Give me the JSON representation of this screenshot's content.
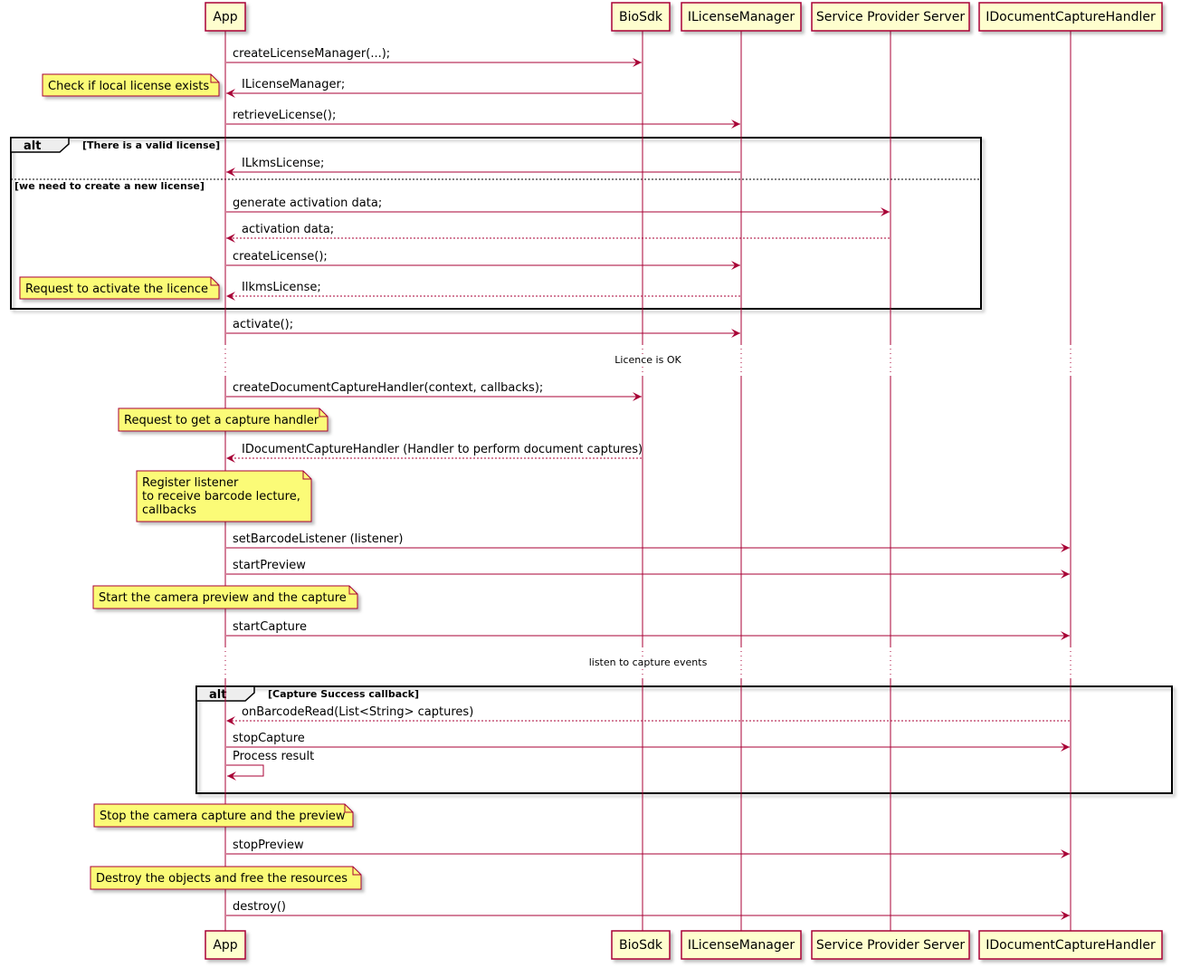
{
  "colors": {
    "participant_fill": "#FEFECE",
    "participant_border": "#A80036",
    "lifeline": "#A80036",
    "arrow": "#A80036",
    "note_fill": "#FBFB77",
    "note_border": "#A80036",
    "frame_border": "#000000",
    "frame_tab_fill": "#EEEEEE",
    "text": "#000000"
  },
  "participants": [
    {
      "id": "app",
      "label": "App"
    },
    {
      "id": "biosdk",
      "label": "BioSdk"
    },
    {
      "id": "ilm",
      "label": "ILicenseManager"
    },
    {
      "id": "sps",
      "label": "Service Provider Server"
    },
    {
      "id": "idch",
      "label": "IDocumentCaptureHandler"
    }
  ],
  "messages": [
    {
      "from": "app",
      "to": "biosdk",
      "label": "createLicenseManager(...);",
      "style": "solid"
    },
    {
      "from": "biosdk",
      "to": "app",
      "label": "ILicenseManager;",
      "style": "solid"
    },
    {
      "from": "app",
      "to": "ilm",
      "label": "retrieveLicense();",
      "style": "solid"
    },
    {
      "from": "ilm",
      "to": "app",
      "label": "ILkmsLicense;",
      "style": "solid"
    },
    {
      "from": "app",
      "to": "sps",
      "label": "generate activation data;",
      "style": "solid"
    },
    {
      "from": "sps",
      "to": "app",
      "label": "activation data;",
      "style": "dashed"
    },
    {
      "from": "app",
      "to": "ilm",
      "label": "createLicense();",
      "style": "solid"
    },
    {
      "from": "ilm",
      "to": "app",
      "label": "IlkmsLicense;",
      "style": "dashed"
    },
    {
      "from": "app",
      "to": "ilm",
      "label": "activate();",
      "style": "solid"
    },
    {
      "from": "app",
      "to": "biosdk",
      "label": "createDocumentCaptureHandler(context, callbacks);",
      "style": "solid"
    },
    {
      "from": "biosdk",
      "to": "app",
      "label": "IDocumentCaptureHandler (Handler to perform document captures)",
      "style": "dashed"
    },
    {
      "from": "app",
      "to": "idch",
      "label": "setBarcodeListener (listener)",
      "style": "solid"
    },
    {
      "from": "app",
      "to": "idch",
      "label": "startPreview",
      "style": "solid"
    },
    {
      "from": "app",
      "to": "idch",
      "label": "startCapture",
      "style": "solid"
    },
    {
      "from": "idch",
      "to": "app",
      "label": "onBarcodeRead(List<String> captures)",
      "style": "dashed"
    },
    {
      "from": "app",
      "to": "idch",
      "label": "stopCapture",
      "style": "solid"
    },
    {
      "from": "app",
      "to": "app",
      "label": "Process result",
      "style": "self"
    },
    {
      "from": "app",
      "to": "idch",
      "label": "stopPreview",
      "style": "solid"
    },
    {
      "from": "app",
      "to": "idch",
      "label": "destroy()",
      "style": "solid"
    }
  ],
  "notes": [
    {
      "lines": [
        "Check if local license exists"
      ]
    },
    {
      "lines": [
        "Request to activate the licence"
      ]
    },
    {
      "lines": [
        "Request to get a capture handler"
      ]
    },
    {
      "lines": [
        "Register listener",
        "to receive barcode lecture,",
        "callbacks"
      ]
    },
    {
      "lines": [
        "Start the camera preview and the capture"
      ]
    },
    {
      "lines": [
        "Stop the camera capture and the preview"
      ]
    },
    {
      "lines": [
        "Destroy the objects and free the resources"
      ]
    }
  ],
  "frames": [
    {
      "keyword": "alt",
      "guard": "[There is a valid license]",
      "else_guard": "[we need to create a new license]"
    },
    {
      "keyword": "alt",
      "guard": "[Capture Success callback]"
    }
  ],
  "delays": [
    {
      "label": "Licence is OK"
    },
    {
      "label": "listen to capture events"
    }
  ]
}
